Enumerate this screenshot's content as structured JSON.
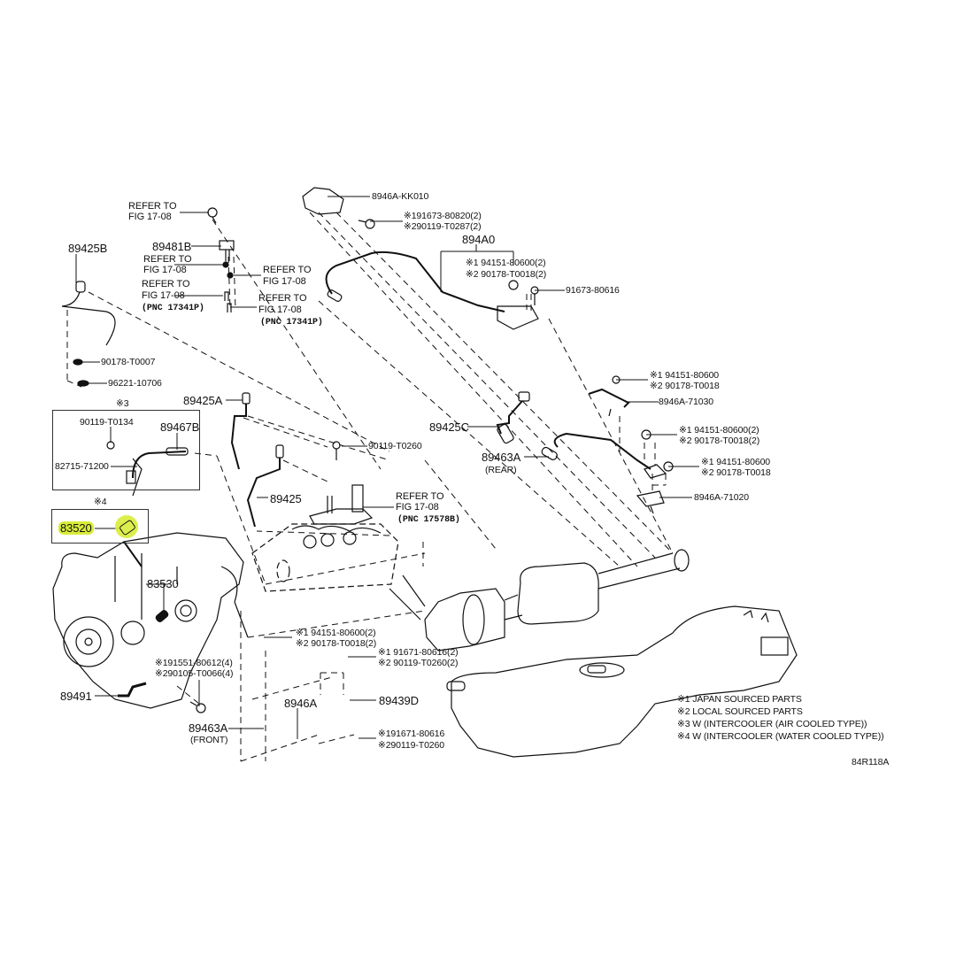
{
  "diagram": {
    "title_code": "84R118A",
    "highlight_color": "#d8ec3a",
    "line_color": "#111111",
    "notes": [
      "※1 JAPAN SOURCED PARTS",
      "※2 LOCAL SOURCED PARTS",
      "※3 W (INTERCOOLER (AIR COOLED TYPE))",
      "※4 W (INTERCOOLER (WATER COOLED TYPE))"
    ],
    "labels": {
      "refer_top_1": "REFER TO",
      "refer_top_2": "FIG 17-08",
      "p89481B": "89481B",
      "refer_a_1": "REFER TO",
      "refer_a_2": "FIG 17-08",
      "refer_b_1": "REFER TO",
      "refer_b_2": "FIG 17-08",
      "refer_b_3": "(PNC 17341P)",
      "refer_c_1": "REFER TO",
      "refer_c_2": "FIG 17-08",
      "refer_d_1": "REFER TO",
      "refer_d_2": "FIG 17-08",
      "refer_d_3": "(PNC 17341P)",
      "p89425B": "89425B",
      "p90178T0007": "90178-T0007",
      "p96221_10706": "96221-10706",
      "note3_mark": "※3",
      "p90119T0134": "90119-T0134",
      "p89467B": "89467B",
      "p82715_71200": "82715-71200",
      "note4_mark": "※4",
      "p83520": "83520",
      "p89425A": "89425A",
      "p90119T0260": "90119-T0260",
      "p89425": "89425",
      "refer_e_1": "REFER TO",
      "refer_e_2": "FIG 17-08",
      "refer_e_3": "(PNC 17578B)",
      "p8946A_KK010": "8946A-KK010",
      "kk010_bolt_1": "※191673-80820(2)",
      "kk010_bolt_2": "※290119-T0287(2)",
      "p894A0": "894A0",
      "a0_nut_1": "※1 94151-80600(2)",
      "a0_nut_2": "※2 90178-T0018(2)",
      "p91673_80616": "91673-80616",
      "p89425C": "89425C",
      "p89463A_rear": "89463A",
      "rear": "(REAR)",
      "r71030_nut_1": "※1 94151-80600",
      "r71030_nut_2": "※2 90178-T0018",
      "p8946A_71030": "8946A-71030",
      "r_nut2_1": "※1 94151-80600(2)",
      "r_nut2_2": "※2 90178-T0018(2)",
      "r_nut3_1": "※1 94151-80600",
      "r_nut3_2": "※2 90178-T0018",
      "p8946A_71020": "8946A-71020",
      "p83530": "83530",
      "eng_bolt_1": "※191551-80612(4)",
      "eng_bolt_2": "※290105-T0066(4)",
      "p89491": "89491",
      "p89463A_front": "89463A",
      "front": "(FRONT)",
      "f_nut_1": "※1 94151-80600(2)",
      "f_nut_2": "※2 90178-T0018(2)",
      "f_bolt_1": "※1 91671-80616(2)",
      "f_bolt_2": "※2 90119-T0260(2)",
      "p8946A": "8946A",
      "p89439D": "89439D",
      "f_bolt3_1": "※191671-80616",
      "f_bolt3_2": "※290119-T0260"
    }
  }
}
